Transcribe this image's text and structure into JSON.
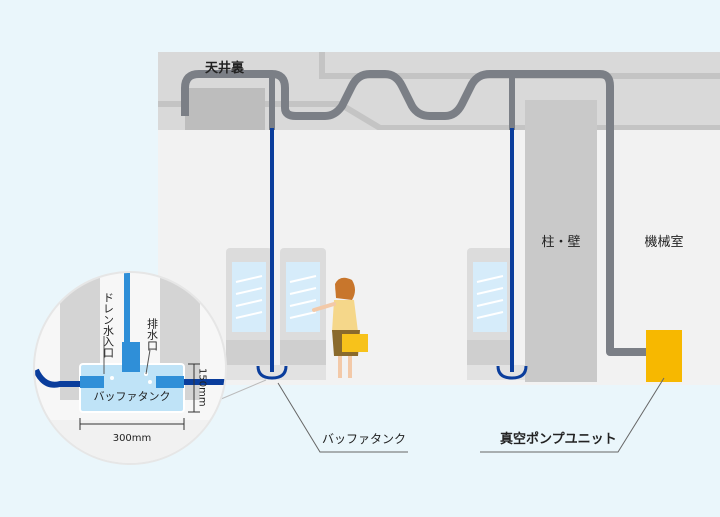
{
  "labels": {
    "ceiling": "天井裏",
    "pillar_wall": "柱・壁",
    "machine_room": "機械室",
    "buffer_tank": "バッファタンク",
    "vacuum_pump_unit": "真空ポンプユニット",
    "detail_drain_inlet": "ドレン水入口",
    "detail_outlet": "排水口",
    "detail_buffer_tank": "バッファタンク",
    "detail_width": "300mm",
    "detail_height": "150mm"
  },
  "colors": {
    "background": "#eaf6fb",
    "ceiling_band": "#d9d9d9",
    "room_wall": "#f2f2f2",
    "main_pipe": "#7b7f86",
    "drain_pipe": "#0a3d9c",
    "water": "#2f8fd8",
    "tank_fill": "#bfe3f7",
    "pump_unit": "#f7b800",
    "pillar": "#c9c9c9"
  },
  "icons": [
    "refrigerated-showcase-icon",
    "shopper-woman-icon",
    "vacuum-pump-icon"
  ]
}
